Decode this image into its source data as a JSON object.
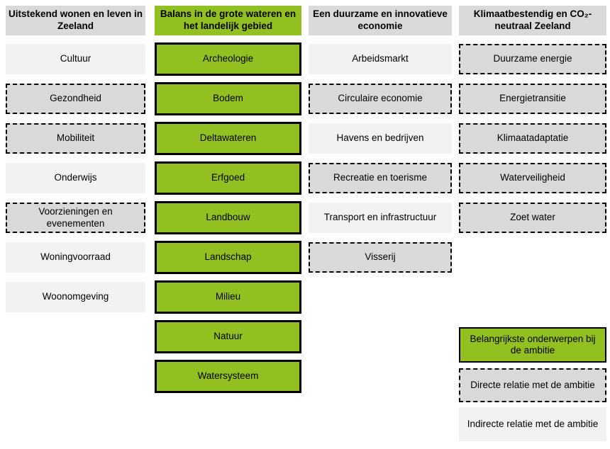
{
  "colors": {
    "key_green": "#92C020",
    "header_gray": "#D9D9D9",
    "direct_gray": "#D9D9D9",
    "indirect_gray": "#F2F2F2",
    "border": "#000000"
  },
  "columns": [
    {
      "header": "Uitstekend wonen en leven in Zeeland",
      "header_style": "gray",
      "items": [
        {
          "label": "Cultuur",
          "relation": "indirect"
        },
        {
          "label": "Gezondheid",
          "relation": "direct"
        },
        {
          "label": "Mobiliteit",
          "relation": "direct"
        },
        {
          "label": "Onderwijs",
          "relation": "indirect"
        },
        {
          "label": "Voorzieningen en evenementen",
          "relation": "direct"
        },
        {
          "label": "Woningvoorraad",
          "relation": "indirect"
        },
        {
          "label": "Woonomgeving",
          "relation": "indirect"
        }
      ]
    },
    {
      "header": "Balans in de grote wateren en het landelijk gebied",
      "header_style": "green",
      "items": [
        {
          "label": "Archeologie",
          "relation": "key"
        },
        {
          "label": "Bodem",
          "relation": "key"
        },
        {
          "label": "Deltawateren",
          "relation": "key"
        },
        {
          "label": "Erfgoed",
          "relation": "key"
        },
        {
          "label": "Landbouw",
          "relation": "key"
        },
        {
          "label": "Landschap",
          "relation": "key"
        },
        {
          "label": "Milieu",
          "relation": "key"
        },
        {
          "label": "Natuur",
          "relation": "key"
        },
        {
          "label": "Watersysteem",
          "relation": "key"
        }
      ]
    },
    {
      "header": "Een duurzame en innovatieve economie",
      "header_style": "gray",
      "items": [
        {
          "label": "Arbeidsmarkt",
          "relation": "indirect"
        },
        {
          "label": "Circulaire economie",
          "relation": "direct"
        },
        {
          "label": "Havens en bedrijven",
          "relation": "indirect"
        },
        {
          "label": "Recreatie en toerisme",
          "relation": "direct"
        },
        {
          "label": "Transport en infrastructuur",
          "relation": "indirect"
        },
        {
          "label": "Visserij",
          "relation": "direct"
        }
      ]
    },
    {
      "header": "Klimaatbestendig en CO₂-neutraal Zeeland",
      "header_style": "gray",
      "items": [
        {
          "label": "Duurzame energie",
          "relation": "direct"
        },
        {
          "label": "Energietransitie",
          "relation": "direct"
        },
        {
          "label": "Klimaatadaptatie",
          "relation": "direct"
        },
        {
          "label": "Waterveiligheid",
          "relation": "direct"
        },
        {
          "label": "Zoet water",
          "relation": "direct"
        }
      ]
    }
  ],
  "legend": {
    "items": [
      {
        "label": "Belangrijkste onderwerpen bij de ambitie",
        "relation": "key"
      },
      {
        "label": "Directe relatie met de ambitie",
        "relation": "direct"
      },
      {
        "label": "Indirecte relatie met de ambitie",
        "relation": "indirect"
      }
    ]
  }
}
